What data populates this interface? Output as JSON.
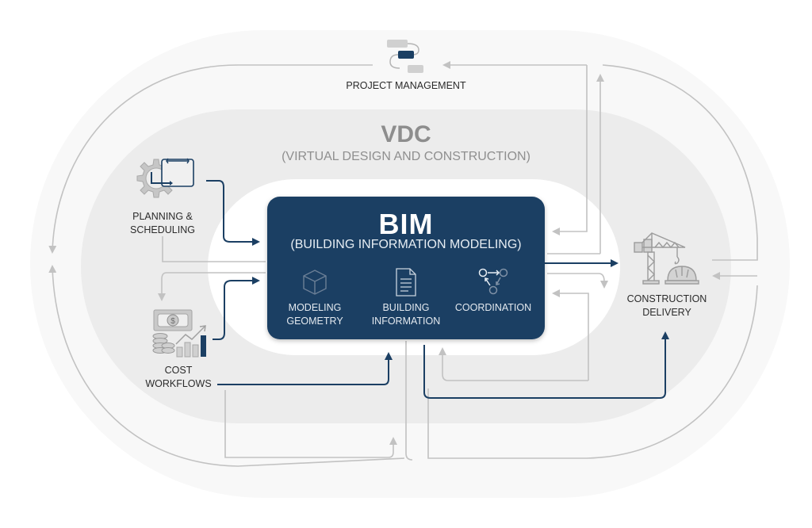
{
  "colors": {
    "navy": "#1b3f63",
    "gray_arrow": "#c2c2c2",
    "vdc_zone": "#ececec",
    "outer_halo": "#f8f8f8",
    "label_text": "#2b2b2b",
    "vdc_text": "#8d8d8d"
  },
  "vdc": {
    "title": "VDC",
    "subtitle": "(VIRTUAL DESIGN AND CONSTRUCTION)"
  },
  "bim": {
    "title": "BIM",
    "subtitle": "(BUILDING INFORMATION MODELING)",
    "items": [
      {
        "label_line1": "MODELING",
        "label_line2": "GEOMETRY",
        "icon": "cube-icon"
      },
      {
        "label_line1": "BUILDING",
        "label_line2": "INFORMATION",
        "icon": "document-icon"
      },
      {
        "label_line1": "COORDINATION",
        "label_line2": "",
        "icon": "coordination-cycle-icon"
      }
    ]
  },
  "nodes": {
    "project_management": {
      "label": "PROJECT MANAGEMENT",
      "icon": "workflow-icon"
    },
    "planning": {
      "label_line1": "PLANNING &",
      "label_line2": "SCHEDULING",
      "icon": "gear-calendar-icon"
    },
    "cost": {
      "label_line1": "COST",
      "label_line2": "WORKFLOWS",
      "icon": "money-chart-icon"
    },
    "construction": {
      "label_line1": "CONSTRUCTION",
      "label_line2": "DELIVERY",
      "icon": "crane-hardhat-icon"
    }
  }
}
